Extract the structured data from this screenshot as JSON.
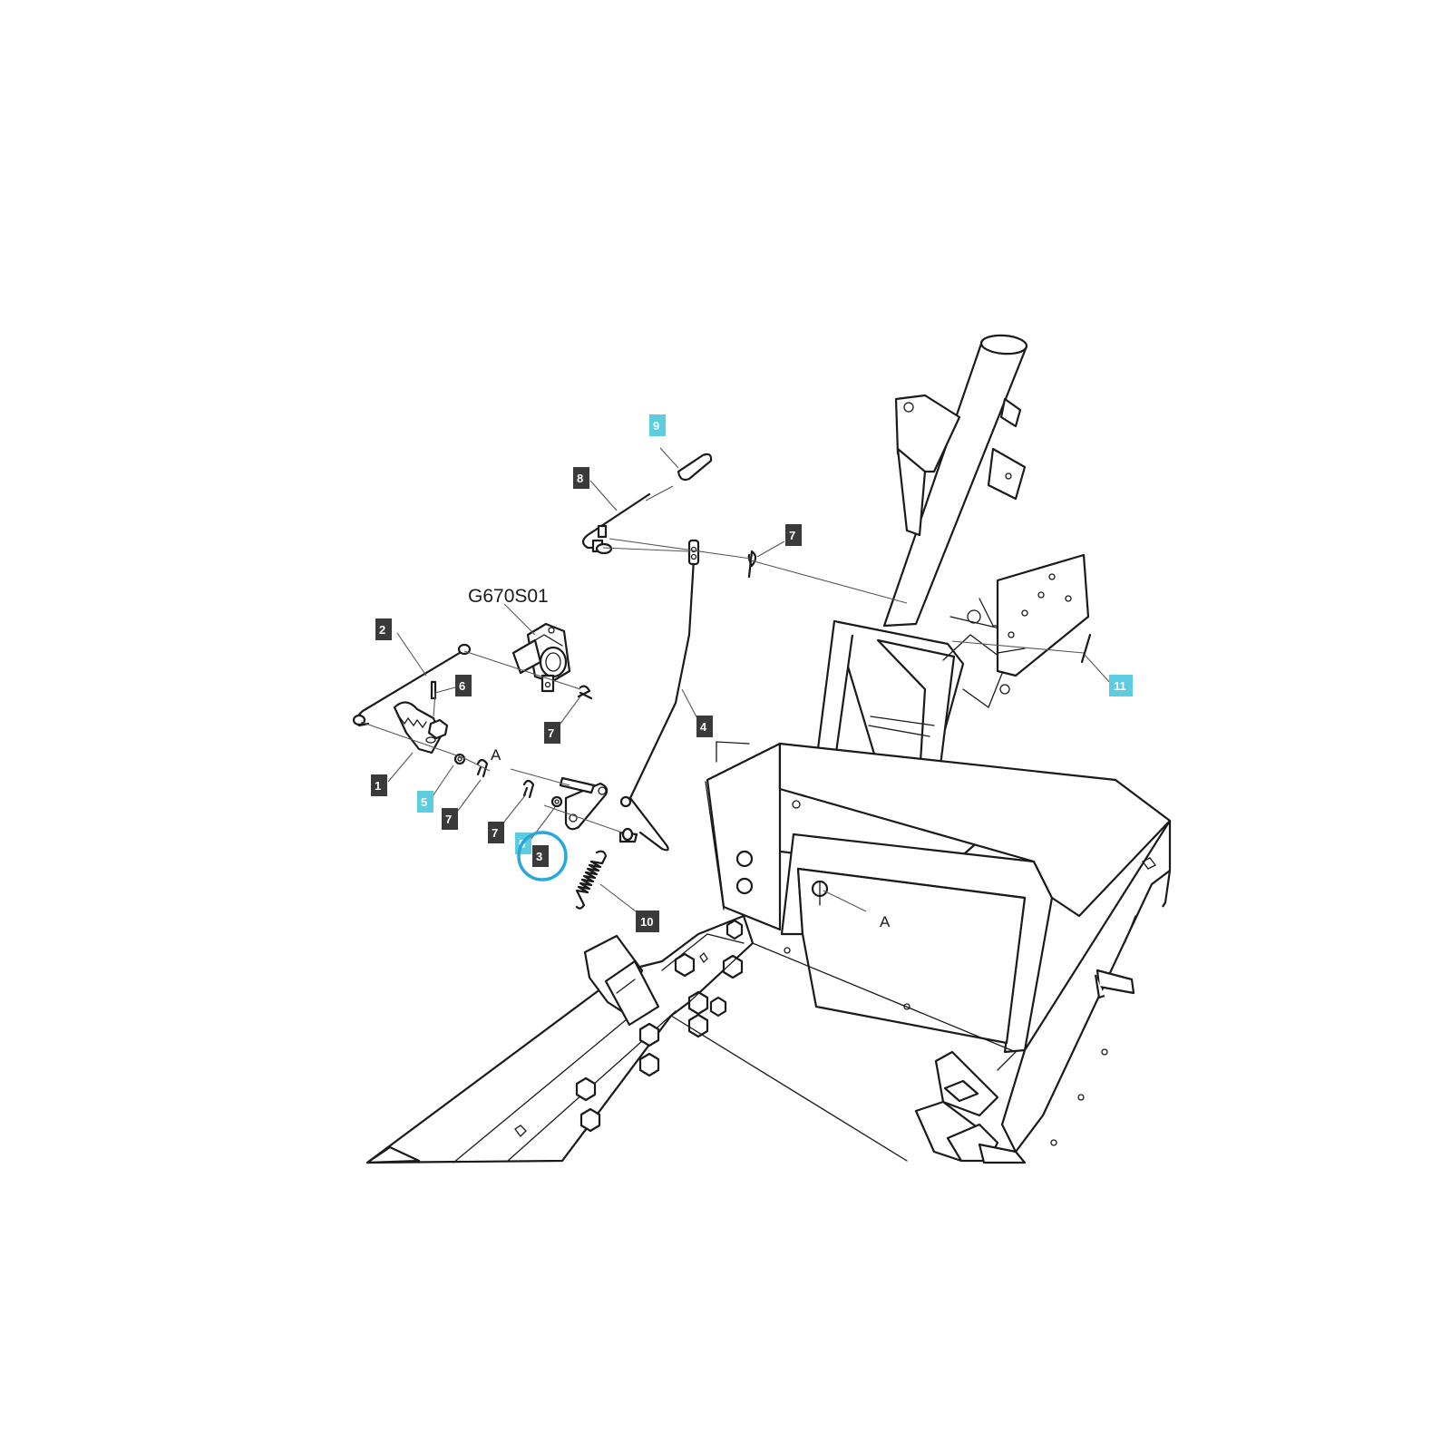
{
  "diagram": {
    "assembly_code": "G670S01",
    "reference_letter": "A",
    "highlight_color": "#2aa6de",
    "badge_dark_color": "#3a3a3a",
    "badge_cyan_color": "#5ccde0",
    "callouts": {
      "c1": "1",
      "c2": "2",
      "c3": "3",
      "c4": "4",
      "c5a": "5",
      "c5b": "5",
      "c6": "6",
      "c7a": "7",
      "c7b": "7",
      "c7c": "7",
      "c7d": "7",
      "c8": "8",
      "c9": "9",
      "c10": "10",
      "c11": "11"
    },
    "highlighted_callout": "3"
  }
}
